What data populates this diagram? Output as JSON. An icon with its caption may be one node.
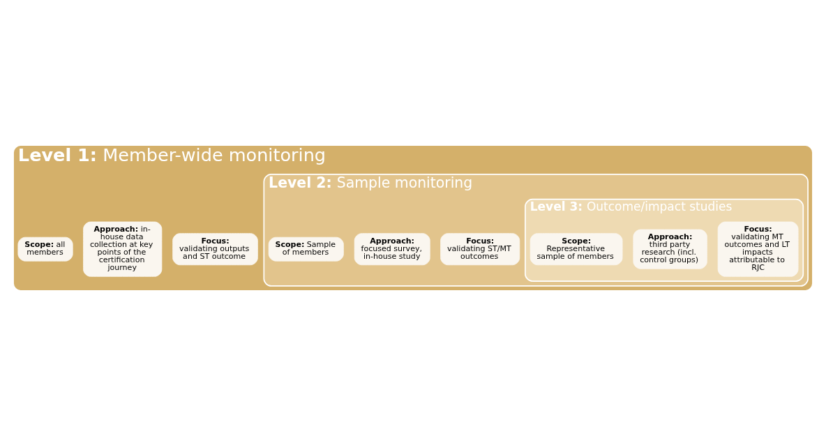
{
  "diagram": {
    "nodes": [
      {
        "text": [
          "**Level 1:** Member-wide monitoring"
        ]
      },
      {
        "text": [
          "**Scope:** all members"
        ],
        "in": 0
      },
      {
        "text": [
          "**Approach:** in-house data collection at key points of the certification journey"
        ],
        "in": 0
      },
      {
        "text": [
          "**Focus:** validating outputs and ST outcome"
        ],
        "in": 0
      },
      {
        "text": [
          "**Level 2:** Sample monitoring"
        ],
        "in": 0
      },
      {
        "text": [
          "**Scope:** Sample of members"
        ],
        "in": 4
      },
      {
        "text": [
          "**Approach:** focused survey, in-house study"
        ],
        "in": 4
      },
      {
        "text": [
          "**Focus:** validating ST/MT outcomes"
        ],
        "in": 4
      },
      {
        "text": [
          "**Level 3:** Outcome/impact studies"
        ],
        "in": 4
      },
      {
        "text": [
          "**Scope:** Representative sample of members"
        ],
        "in": 8
      },
      {
        "text": [
          "**Approach:** third party research (incl. control groups)"
        ],
        "in": 8
      },
      {
        "text": [
          "**Focus:** validating MT outcomes and LT impacts attributable to RJC"
        ],
        "in": 8
      }
    ],
    "edges": []
  }
}
